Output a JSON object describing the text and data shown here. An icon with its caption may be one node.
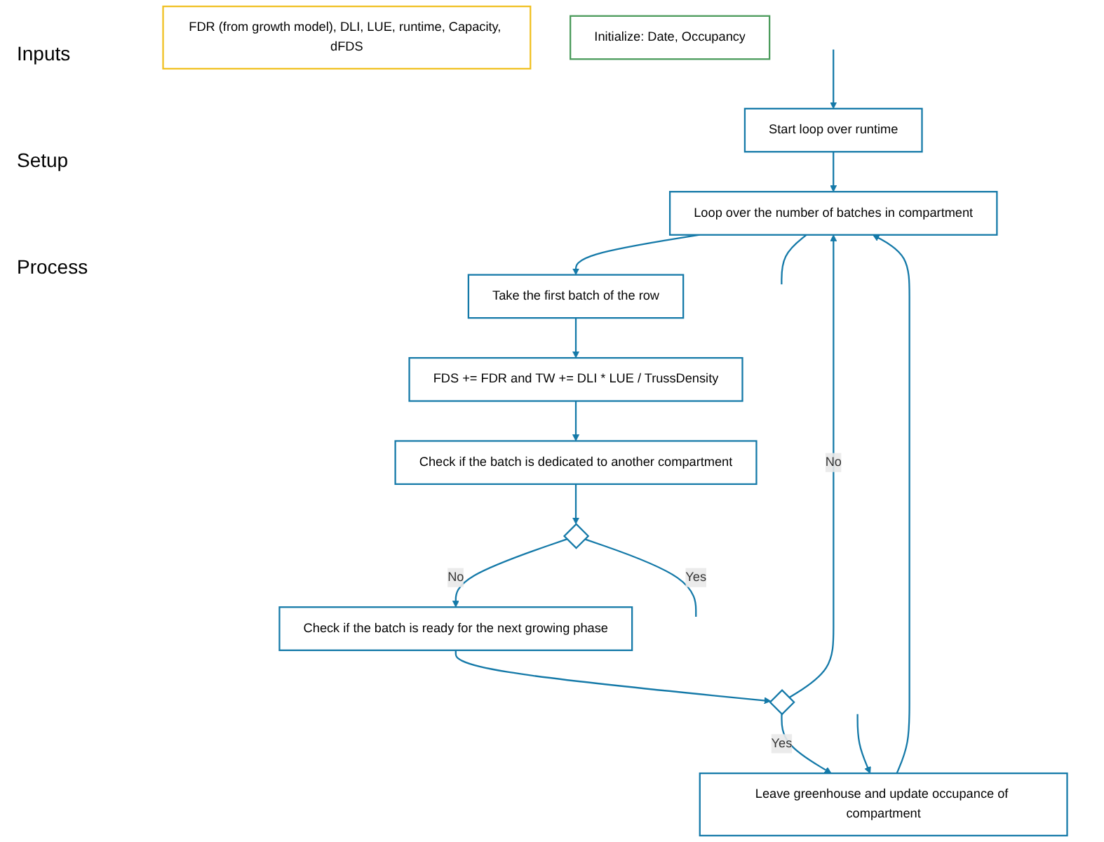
{
  "diagram": {
    "nodes": [
      {
        "text": [
          "FDR (from growth model), DLI, LUE, runtime, Capacity, dFDS"
        ]
      },
      {
        "text": [
          "Initialize: Date, Occupancy"
        ]
      },
      {
        "text": [
          "Start loop over runtime"
        ]
      },
      {
        "text": [
          "Loop over the number of batches in compartment"
        ]
      },
      {
        "text": [
          "Take the first batch of the row"
        ]
      },
      {
        "text": [
          "FDS += FDR and TW += DLI * LUE / TrussDensity"
        ]
      },
      {
        "text": [
          "Check if the batch is dedicated to another compartment"
        ]
      },
      {
        "text": [],
        "shape": "diamond"
      },
      {
        "text": [
          "Check if the batch is ready for the next growing phase"
        ]
      },
      {
        "text": [],
        "shape": "diamond"
      },
      {
        "text": [
          "Leave greenhouse and update occupance of compartment"
        ]
      }
    ],
    "edges": [
      {
        "from": 2,
        "to": 3,
        "arrow": "to"
      },
      {
        "from": 3,
        "to": 4,
        "arrow": "to"
      },
      {
        "from": 4,
        "to": 5,
        "arrow": "to"
      },
      {
        "from": 5,
        "to": 6,
        "arrow": "to"
      },
      {
        "from": 6,
        "to": 7,
        "arrow": "to"
      },
      {
        "from": 7,
        "to": 8,
        "arrow": "to",
        "label": "No"
      },
      {
        "from": 8,
        "to": 9,
        "arrow": "to"
      },
      {
        "from": 9,
        "to": 3,
        "arrow": "to",
        "label": "No"
      },
      {
        "from": 9,
        "to": 10,
        "arrow": "to",
        "label": "Yes"
      },
      {
        "from": 10,
        "to": 3,
        "arrow": "to"
      },
      {
        "from": 7,
        "to": null,
        "arrow": "none",
        "label": "Yes"
      },
      {
        "from": null,
        "to": 2,
        "arrow": "to"
      },
      {
        "from": 3,
        "to": null,
        "arrow": "none"
      },
      {
        "from": null,
        "to": 10,
        "arrow": "to"
      }
    ],
    "labels": [
      "Inputs",
      "Setup",
      "Process"
    ]
  }
}
